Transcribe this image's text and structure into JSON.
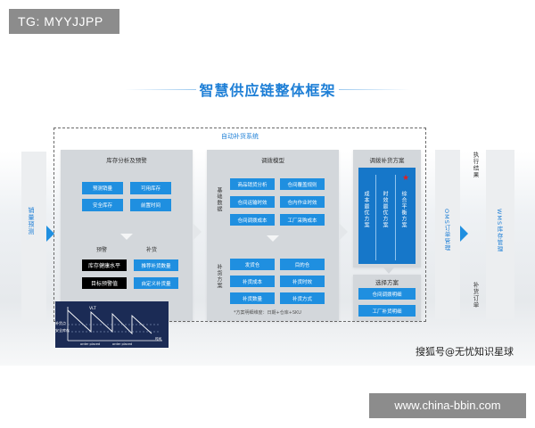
{
  "watermarks": {
    "top": "TG: MYYJJPP",
    "bottom": "www.china-bbin.com",
    "credit": "搜狐号@无忧知识星球"
  },
  "title": "智慧供应链整体框架",
  "auto_system": "自动补货系统",
  "left_side": {
    "label": "销量预测"
  },
  "inventory": {
    "title": "库存分析及预警",
    "items": [
      "预测销量",
      "可用库存",
      "安全库存",
      "前置时间"
    ],
    "warning_header": "预警",
    "replenish_header": "补货",
    "warning_items": [
      "库存健康水平",
      "目标预警值"
    ],
    "replenish_items": [
      "推荐补货数量",
      "自定义补货量"
    ]
  },
  "chart": {
    "label_top": "VLT",
    "label_left1": "补货点",
    "label_left2": "安全库存",
    "label_bottom1": "order placed",
    "label_bottom2": "order placed",
    "label_right": "时间"
  },
  "transfer_model": {
    "title": "调拨模型",
    "basic_label": "基础数据",
    "basic_items": [
      "商品销货分析",
      "仓间覆盖规则",
      "仓间运输时效",
      "仓内作业时效",
      "仓间调拨成本",
      "工厂采购成本"
    ],
    "plan_label": "补货方案",
    "plan_items": [
      "发货仓",
      "目的仓",
      "补货成本",
      "补货时效",
      "补货数量",
      "补货方式"
    ],
    "note": "*方案明细维度：日期+仓库+SKU"
  },
  "transfer_plan": {
    "title": "调拨补货方案",
    "options": [
      "成本最优方案",
      "时效最优方案",
      "综合平衡方案"
    ],
    "select_title": "选择方案",
    "select_items": [
      "仓间调拨明细",
      "工厂补货明细"
    ]
  },
  "exec": {
    "top": "执行结果",
    "bottom": "补货订单"
  },
  "oms": {
    "label": "OMS订单管理"
  },
  "wms": {
    "label": "WMS库存管理"
  },
  "colors": {
    "accent": "#1f8fe0",
    "title": "#1e7fd6",
    "panel": "#d3d7db",
    "star": "#e02020"
  }
}
